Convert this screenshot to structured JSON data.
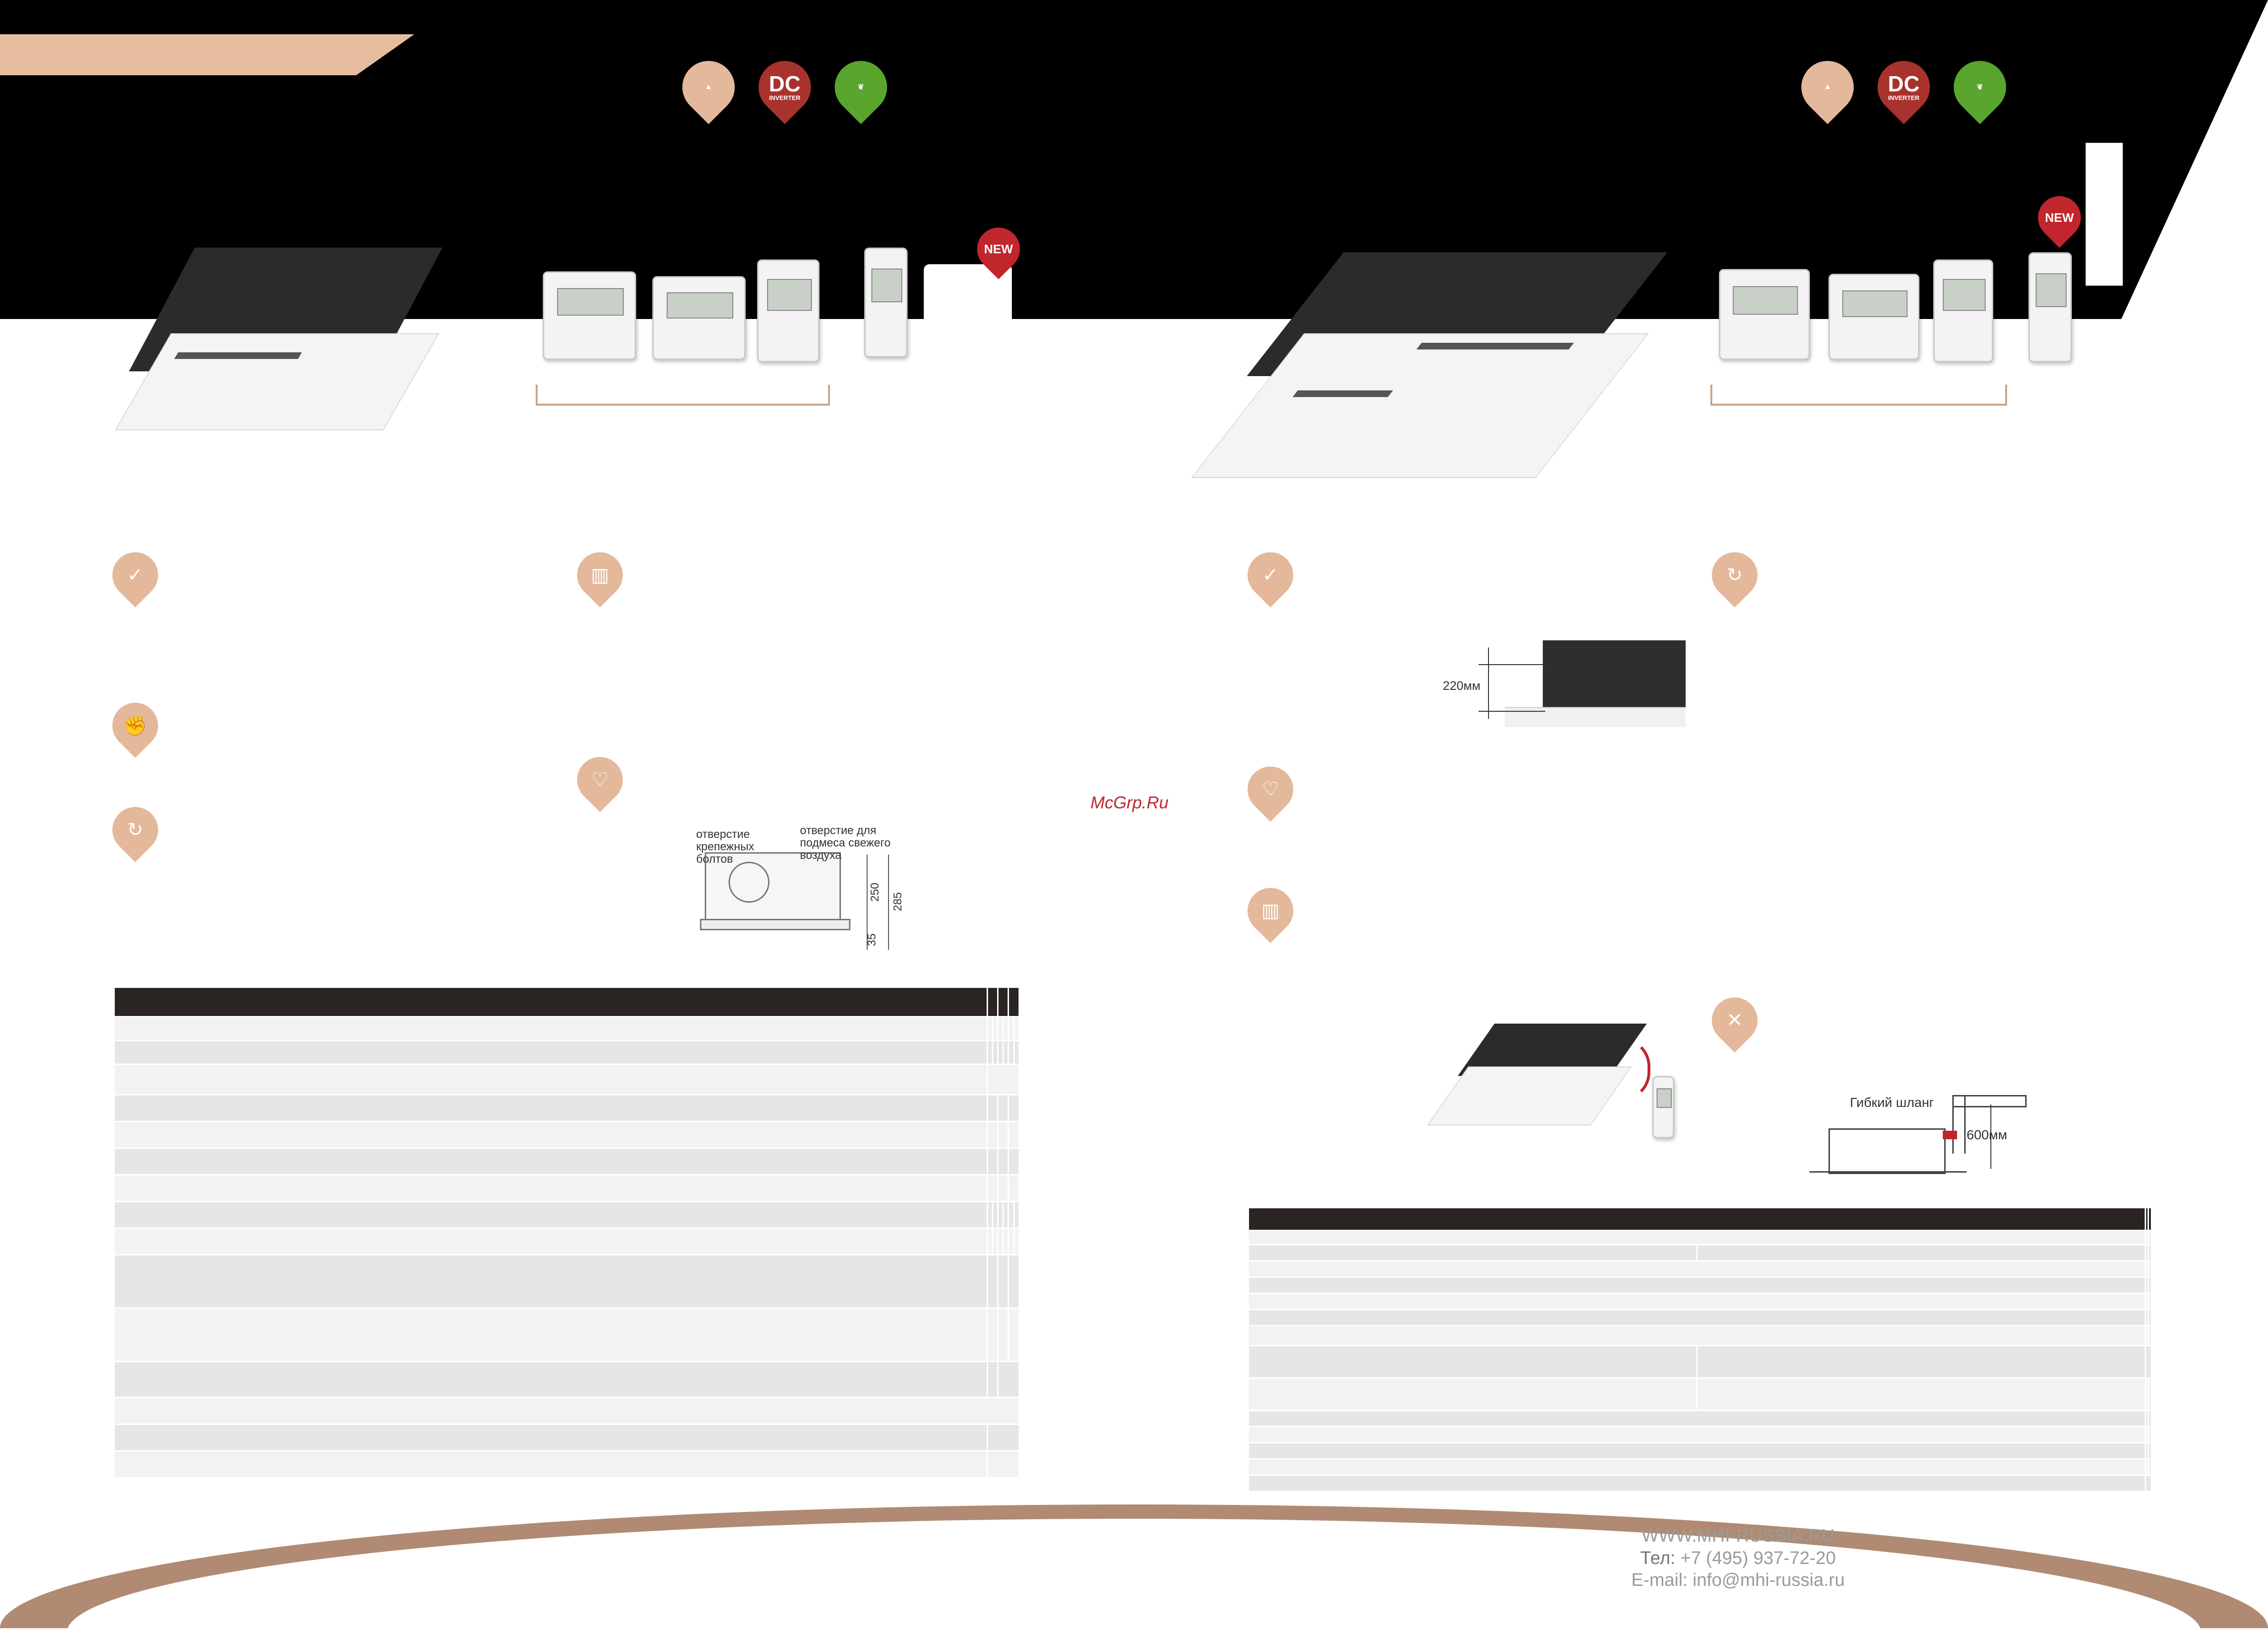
{
  "badges": {
    "dc_main": "DC",
    "dc_sub": "INVERTER",
    "new_label": "NEW"
  },
  "left_diagram": {
    "label_bolt_holes": "отверстие крепежных болтов",
    "label_fresh_air": "отверстие для подмеса свежего воздуха",
    "dim_250": "250",
    "dim_285": "285",
    "dim_35": "35"
  },
  "right_diagram": {
    "height_label": "220мм",
    "hose_label": "Гибкий шланг",
    "lift_label": "600мм"
  },
  "watermark": "McGrp.Ru",
  "contacts": {
    "website": "WWW.MHI-RUSSIA.RU",
    "phone_prefix": "Тел:",
    "phone": "+7 (495) 937-72-20",
    "email": "E-mail: info@mhi-russia.ru"
  },
  "colors": {
    "accent": "#e4b89a",
    "dc_red": "#a8322c",
    "leaf_green": "#5aa52d",
    "table_header": "#2a2422",
    "footer_curve": "#b08a73"
  }
}
